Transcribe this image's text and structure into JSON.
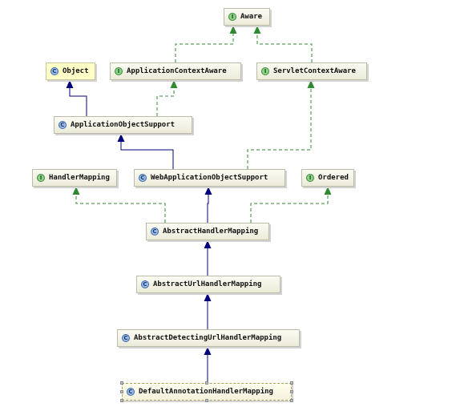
{
  "nodes": [
    {
      "id": "aware",
      "label": "Aware",
      "kind": "interface",
      "icon": "interface-icon"
    },
    {
      "id": "object",
      "label": "Object",
      "kind": "class",
      "icon": "class-icon"
    },
    {
      "id": "application-context-aware",
      "label": "ApplicationContextAware",
      "kind": "interface",
      "icon": "interface-icon"
    },
    {
      "id": "servlet-context-aware",
      "label": "ServletContextAware",
      "kind": "interface",
      "icon": "interface-icon"
    },
    {
      "id": "application-object-support",
      "label": "ApplicationObjectSupport",
      "kind": "abstract-class",
      "icon": "abstract-class-icon"
    },
    {
      "id": "handler-mapping",
      "label": "HandlerMapping",
      "kind": "interface",
      "icon": "interface-icon"
    },
    {
      "id": "web-application-object-support",
      "label": "WebApplicationObjectSupport",
      "kind": "abstract-class",
      "icon": "abstract-class-icon"
    },
    {
      "id": "ordered",
      "label": "Ordered",
      "kind": "interface",
      "icon": "interface-icon"
    },
    {
      "id": "abstract-handler-mapping",
      "label": "AbstractHandlerMapping",
      "kind": "abstract-class",
      "icon": "abstract-class-icon"
    },
    {
      "id": "abstract-url-handler-mapping",
      "label": "AbstractUrlHandlerMapping",
      "kind": "abstract-class",
      "icon": "abstract-class-icon"
    },
    {
      "id": "abstract-detecting-url-handler-mapping",
      "label": "AbstractDetectingUrlHandlerMapping",
      "kind": "abstract-class",
      "icon": "abstract-class-icon"
    },
    {
      "id": "default-annotation-handler-mapping",
      "label": "DefaultAnnotationHandlerMapping",
      "kind": "class",
      "icon": "class-icon",
      "selected": true
    }
  ],
  "edges": [
    {
      "from": "application-context-aware",
      "to": "aware",
      "type": "implements"
    },
    {
      "from": "servlet-context-aware",
      "to": "aware",
      "type": "implements"
    },
    {
      "from": "application-object-support",
      "to": "object",
      "type": "extends"
    },
    {
      "from": "application-object-support",
      "to": "application-context-aware",
      "type": "implements"
    },
    {
      "from": "web-application-object-support",
      "to": "application-object-support",
      "type": "extends"
    },
    {
      "from": "web-application-object-support",
      "to": "servlet-context-aware",
      "type": "implements"
    },
    {
      "from": "abstract-handler-mapping",
      "to": "handler-mapping",
      "type": "implements"
    },
    {
      "from": "abstract-handler-mapping",
      "to": "web-application-object-support",
      "type": "extends"
    },
    {
      "from": "abstract-handler-mapping",
      "to": "ordered",
      "type": "implements"
    },
    {
      "from": "abstract-url-handler-mapping",
      "to": "abstract-handler-mapping",
      "type": "extends"
    },
    {
      "from": "abstract-detecting-url-handler-mapping",
      "to": "abstract-url-handler-mapping",
      "type": "extends"
    },
    {
      "from": "default-annotation-handler-mapping",
      "to": "abstract-detecting-url-handler-mapping",
      "type": "extends"
    }
  ],
  "colors": {
    "extends": "#00007b",
    "implements": "#2f8a2f"
  }
}
